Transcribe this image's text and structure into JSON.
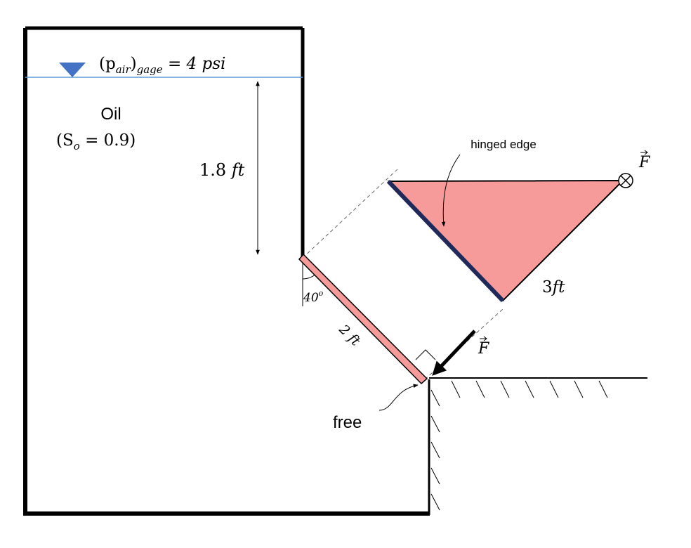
{
  "colors": {
    "gate_fill": "#f69a9a",
    "gate_stroke": "#c0392b",
    "water_line": "#5b9bd5",
    "triangle_marker": "#4472c4",
    "hinge": "#1f2a5a",
    "ink": "#000000"
  },
  "labels": {
    "p_air_p": "(p",
    "p_air_sub": "air",
    "p_air_close": ")",
    "p_gage_sub": "gage",
    "p_value": " = 4 psi",
    "oil": "Oil",
    "so_open": "(S",
    "so_sub": "o",
    "so_value": " = 0.9)",
    "depth_num": "1.8 ",
    "depth_unit": "ft",
    "hinged_edge": "hinged edge",
    "angle": "40",
    "angle_sup": "o",
    "gate_length": "2 ft",
    "width_num": "3",
    "width_unit": "ft",
    "force_top": "F",
    "force_bottom": "F",
    "free": "free"
  },
  "icons": {
    "free_surface": "triangle-down-icon",
    "into_page": "circle-cross-icon",
    "arrow": "arrow-icon"
  }
}
